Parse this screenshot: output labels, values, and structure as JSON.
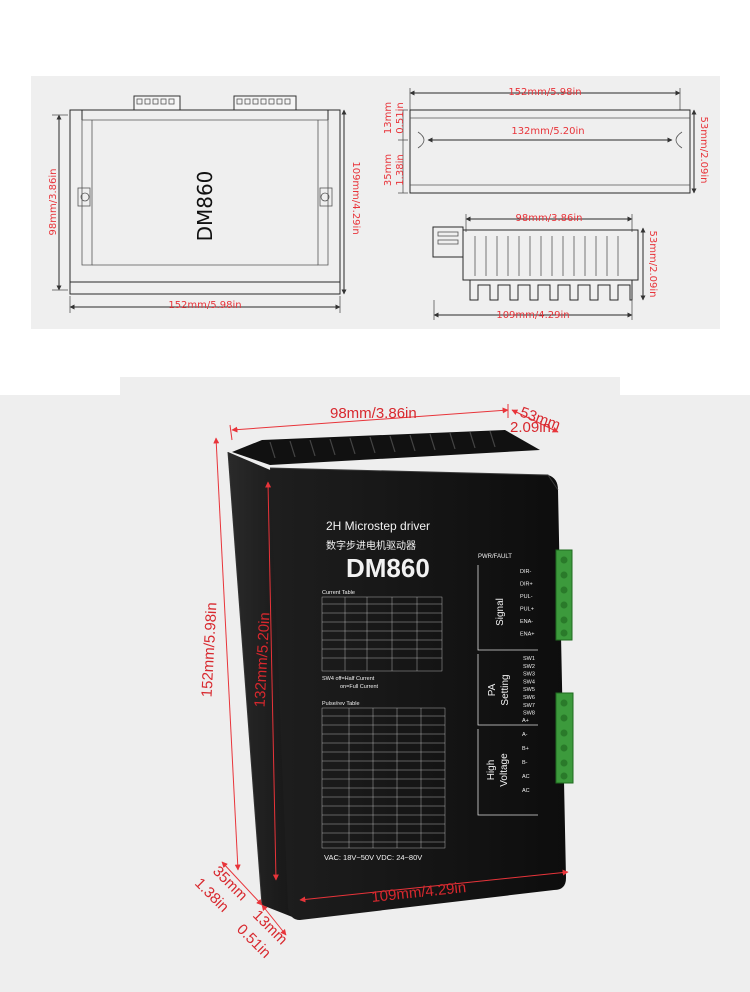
{
  "drawing": {
    "front_view": {
      "model": "DM860",
      "height_label": "98mm/3.86in",
      "depth_label": "109mm/4.29in",
      "width_label": "152mm/5.98in"
    },
    "side_view": {
      "total_length": "152mm/5.98in",
      "hole_spacing": "132mm/5.20in",
      "top_offset_mm": "13mm",
      "top_offset_in": "0.51in",
      "height_mm": "35mm",
      "height_in": "1.38in",
      "right_height": "53mm/2.09in"
    },
    "end_view": {
      "top_width": "98mm/3.86in",
      "bottom_width": "109mm/4.29in",
      "height": "53mm/2.09in"
    }
  },
  "photo": {
    "dims": {
      "width": "98mm/3.86in",
      "thick_mm": "53mm",
      "thick_in": "2.09in",
      "height_outer": "152mm/5.98in",
      "height_inner": "132mm/5.20in",
      "side_mm": "35mm",
      "side_in": "1.38in",
      "bottom_width": "109mm/4.29in",
      "foot_mm": "13mm",
      "foot_in": "0.51in"
    },
    "device": {
      "title": "2H Microstep driver",
      "subtitle": "数字步进电机驱动器",
      "model": "DM860",
      "current_table_title": "Current Table",
      "pulse_table_title": "Pulse/rev Table",
      "half_current_note_1": "SW4 off=Half Current",
      "half_current_note_2": "on=Full Current",
      "voltage_note": "VAC: 18V~50V  VDC: 24~80V",
      "signal_section": "Signal",
      "pa_section_1": "PA",
      "pa_section_2": "Setting",
      "hv_section_1": "High",
      "hv_section_2": "Voltage",
      "pwr_fault": "PWR/FAULT",
      "signal_pins": [
        "DIR-",
        "DIR+",
        "PUL-",
        "PUL+",
        "ENA-",
        "ENA+"
      ],
      "pa_switches": [
        "SW1",
        "SW2",
        "SW3",
        "SW4",
        "SW5",
        "SW6",
        "SW7",
        "SW8"
      ],
      "power_pins": [
        "A+",
        "A-",
        "B+",
        "B-",
        "AC",
        "AC"
      ]
    }
  }
}
